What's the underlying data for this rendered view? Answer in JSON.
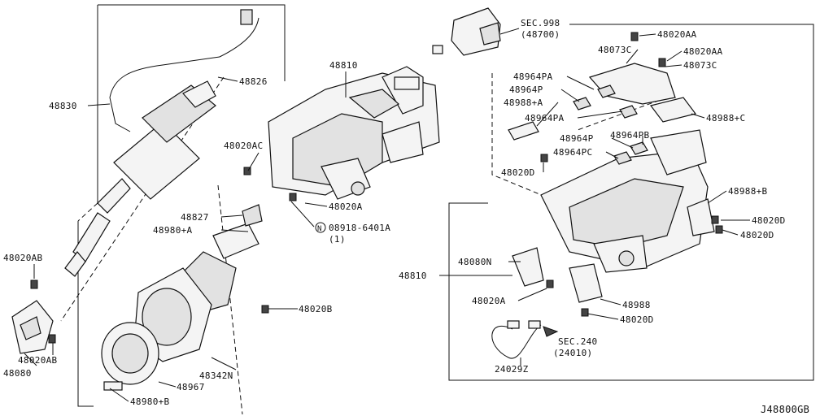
{
  "labels": {
    "p48830": "48830",
    "p48826": "48826",
    "p48810_top": "48810",
    "p48020AC": "48020AC",
    "p48020A_mid": "48020A",
    "p08918": "08918-6401A",
    "p08918_qty": "(1)",
    "n_symbol": "N",
    "p48827": "48827",
    "p48980A": "48980+A",
    "p48020AB_top": "48020AB",
    "p48020B": "48020B",
    "p48020AB_bot": "48020AB",
    "p48080": "48080",
    "p48342N": "48342N",
    "p48967": "48967",
    "p48980B": "48980+B",
    "sec998": "SEC.998",
    "sec998_sub": "(48700)",
    "p48020AA_a": "48020AA",
    "p48073C_a": "48073C",
    "p48020AA_b": "48020AA",
    "p48073C_b": "48073C",
    "p48964PA_a": "48964PA",
    "p48964P_a": "48964P",
    "p48988A": "48988+A",
    "p48964PA_b": "48964PA",
    "p48988C": "48988+C",
    "p48964P_b": "48964P",
    "p48964PB": "48964PB",
    "p48964PC": "48964PC",
    "p48020D_a": "48020D",
    "p48988B": "48988+B",
    "p48020D_b": "48020D",
    "p48020D_c": "48020D",
    "p48810_right": "48810",
    "p48080N": "48080N",
    "p48020A_right": "48020A",
    "p48988": "48988",
    "p48020D_d": "48020D",
    "sec240": "SEC.240",
    "sec240_sub": "(24010)",
    "p24029Z": "24029Z",
    "diagram_code": "J48800GB"
  }
}
